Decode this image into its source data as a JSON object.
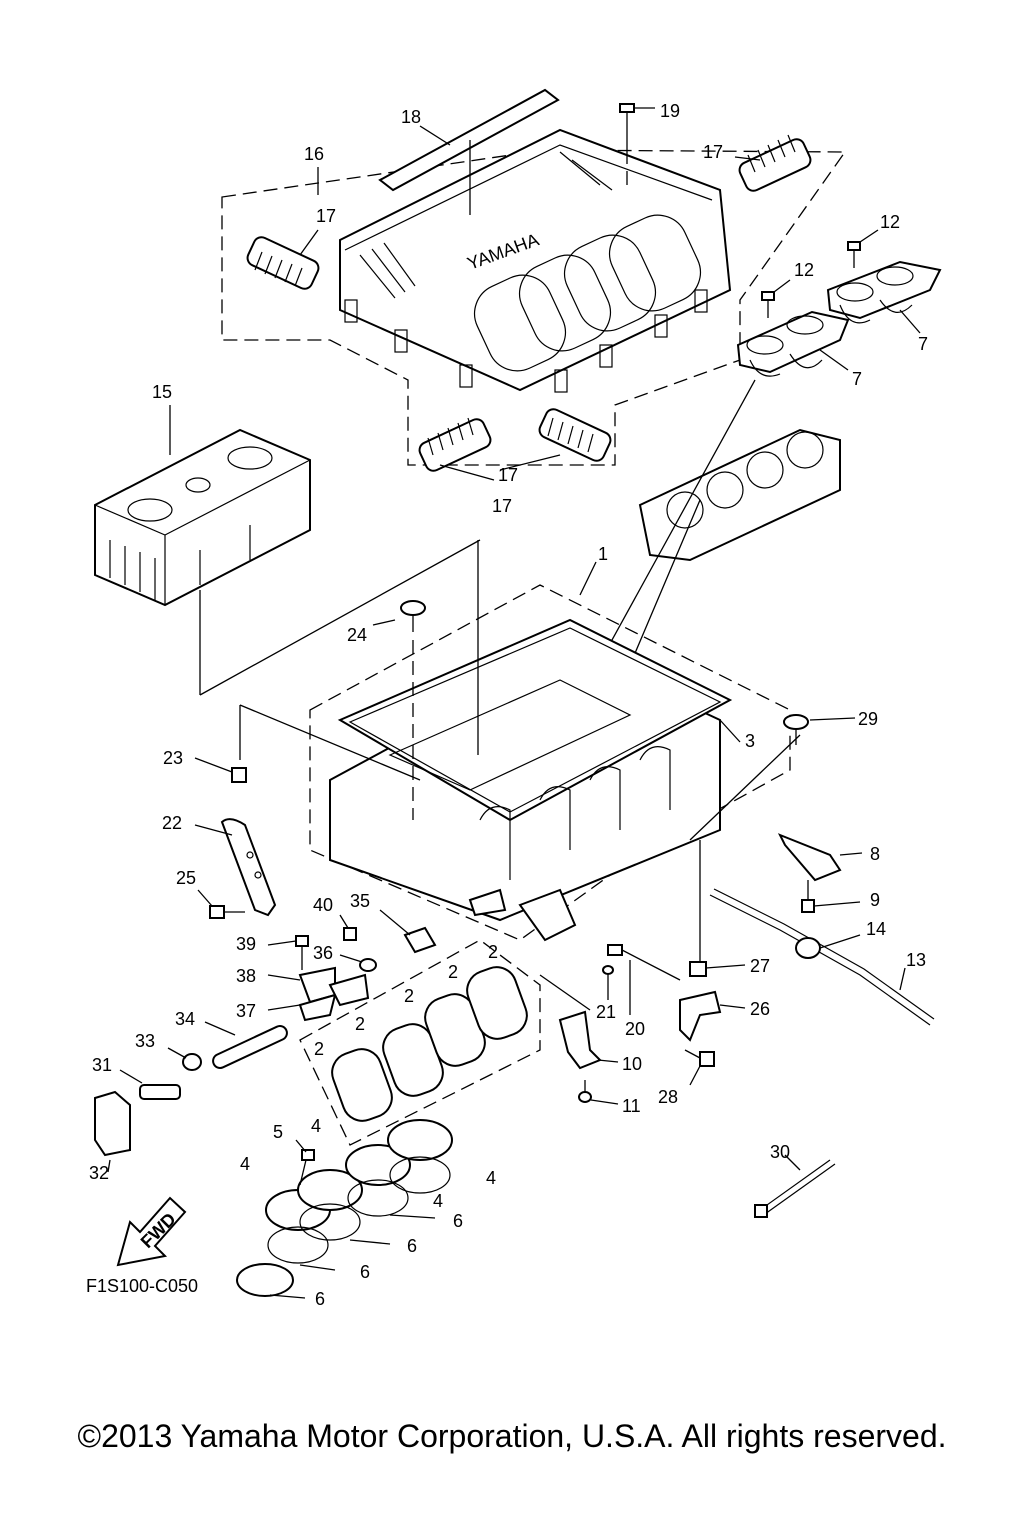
{
  "diagram": {
    "code": "F1S100-C050",
    "fwd_label": "FWD",
    "brand_on_cover": "YAMAHA",
    "callouts": {
      "c1": "1",
      "c2a": "2",
      "c2b": "2",
      "c2c": "2",
      "c2d": "2",
      "c2e": "2",
      "c3": "3",
      "c4a": "4",
      "c4b": "4",
      "c4c": "4",
      "c4d": "4",
      "c5": "5",
      "c6a": "6",
      "c6b": "6",
      "c6c": "6",
      "c6d": "6",
      "c7a": "7",
      "c7b": "7",
      "c8": "8",
      "c9": "9",
      "c10": "10",
      "c11": "11",
      "c12a": "12",
      "c12b": "12",
      "c13": "13",
      "c14": "14",
      "c15": "15",
      "c16": "16",
      "c17a": "17",
      "c17b": "17",
      "c17c": "17",
      "c17d": "17",
      "c18": "18",
      "c19": "19",
      "c20": "20",
      "c21": "21",
      "c22": "22",
      "c23": "23",
      "c24": "24",
      "c25": "25",
      "c26": "26",
      "c27": "27",
      "c28": "28",
      "c29": "29",
      "c30": "30",
      "c31": "31",
      "c32": "32",
      "c33": "33",
      "c34": "34",
      "c35": "35",
      "c36": "36",
      "c37": "37",
      "c38": "38",
      "c39": "39",
      "c40": "40"
    }
  },
  "footer": {
    "copyright": "©2013 Yamaha Motor Corporation, U.S.A. All rights reserved."
  }
}
